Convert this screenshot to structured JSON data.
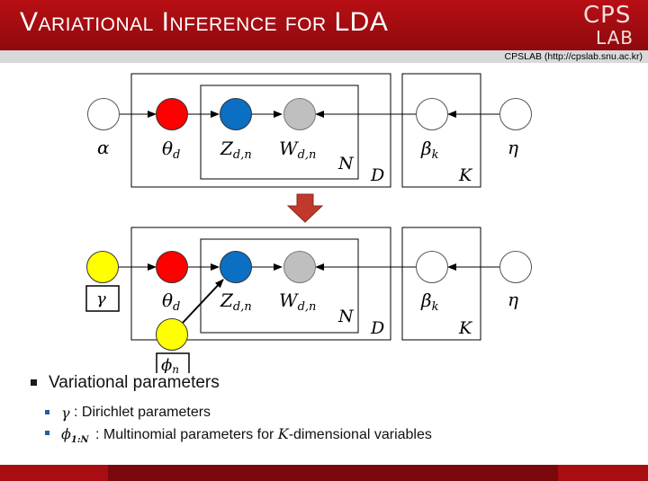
{
  "header": {
    "title": "Variational Inference for LDA",
    "logo_line1": "CPS",
    "logo_line2": "LAB",
    "credit": "CPSLAB (http://cpslab.snu.ac.kr)",
    "bg_color": "#a50e12"
  },
  "diagram": {
    "top": {
      "nodes": {
        "alpha": "α",
        "theta": "θ",
        "theta_sub": "d",
        "z": "Z",
        "z_sub": "d,n",
        "w": "W",
        "w_sub": "d,n",
        "beta": "β",
        "beta_sub": "k",
        "eta": "η"
      },
      "plates": {
        "N": "N",
        "D": "D",
        "K": "K"
      }
    },
    "bottom": {
      "nodes": {
        "gamma": "γ",
        "phi": "ϕ",
        "phi_sub": "n",
        "theta": "θ",
        "theta_sub": "d",
        "z": "Z",
        "z_sub": "d,n",
        "w": "W",
        "w_sub": "d,n",
        "beta": "β",
        "beta_sub": "k",
        "eta": "η"
      },
      "plates": {
        "N": "N",
        "D": "D",
        "K": "K"
      }
    },
    "colors": {
      "theta": "#ff0000",
      "z": "#0b6fc4",
      "w": "#bfbfbf",
      "variational": "#ffff00",
      "transform_arrow": "#c0392b"
    }
  },
  "bullets": {
    "main": "Variational parameters",
    "items": [
      {
        "symbol": "γ",
        "symbol_sub": "",
        "text": ": Dirichlet parameters"
      },
      {
        "symbol": "ϕ",
        "symbol_sub": "1:N",
        "text_pre": ": Multinomial parameters for ",
        "math": "K",
        "text_post": "-dimensional variables"
      }
    ]
  }
}
